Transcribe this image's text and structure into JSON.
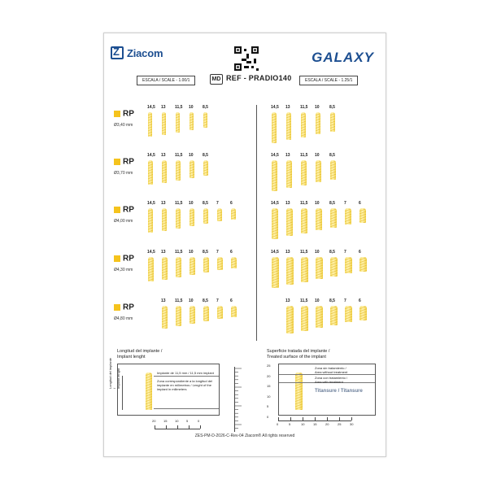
{
  "brand": {
    "left_logo": "Ziacom",
    "right_logo": "GALAXY"
  },
  "header": {
    "scale_left": "ESCALA / SCALE - 1.00/1",
    "md_badge": "MD",
    "reference": "REF - PRADIO140",
    "scale_right": "ESCALA / SCALE - 1.25/1"
  },
  "rows": [
    {
      "label": "RP",
      "diameter": "Ø3,40 mm",
      "lengths": [
        "14,5",
        "13",
        "11,5",
        "10",
        "8,5"
      ]
    },
    {
      "label": "RP",
      "diameter": "Ø3,70 mm",
      "lengths": [
        "14,5",
        "13",
        "11,5",
        "10",
        "8,5"
      ]
    },
    {
      "label": "RP",
      "diameter": "Ø4,00 mm",
      "lengths": [
        "14,5",
        "13",
        "11,5",
        "10",
        "8,5",
        "7",
        "6"
      ]
    },
    {
      "label": "RP",
      "diameter": "Ø4,30 mm",
      "lengths": [
        "14,5",
        "13",
        "11,5",
        "10",
        "8,5",
        "7",
        "6"
      ]
    },
    {
      "label": "RP",
      "diameter": "Ø4,80 mm",
      "lengths": [
        "13",
        "11,5",
        "10",
        "8,5",
        "7",
        "6"
      ]
    }
  ],
  "length_section": {
    "title_line1": "Longitud del implante /",
    "title_line2": "Implant lenght",
    "note1": "Implante de 11,5 mm / 11,5 mm implant",
    "note2_l1": "Zona correspondiente a la longitud del",
    "note2_l2": "implante en milímetros / Lenght of the",
    "note2_l3": "implant in milimeters",
    "side_label_l1": "Longitud del implante /",
    "side_label_l2": "Implant lenght",
    "ruler_ticks": [
      "20",
      "15",
      "10",
      "5",
      "0"
    ]
  },
  "surface_section": {
    "title_line1": "Superficie tratada del implante /",
    "title_line2": "Treated surface of the implant",
    "note1_l1": "Zona sin tratamiento /",
    "note1_l2": "Area without treatment",
    "note2_l1": "Zona con tratamiento /",
    "note2_l2": "Area with treatment",
    "titanium_1": "Titansure",
    "titanium_2": "Titansure",
    "vruler_ticks": [
      "25",
      "20",
      "15",
      "10",
      "5",
      "0"
    ],
    "hruler_ticks": [
      "0",
      "5",
      "10",
      "15",
      "20",
      "25",
      "30"
    ]
  },
  "footer": "ZES-PM-D-2026-C-Rev-04 Ziacom® All rights reserved",
  "colors": {
    "implant": "#f5c31d",
    "brand": "#1d4f91"
  }
}
